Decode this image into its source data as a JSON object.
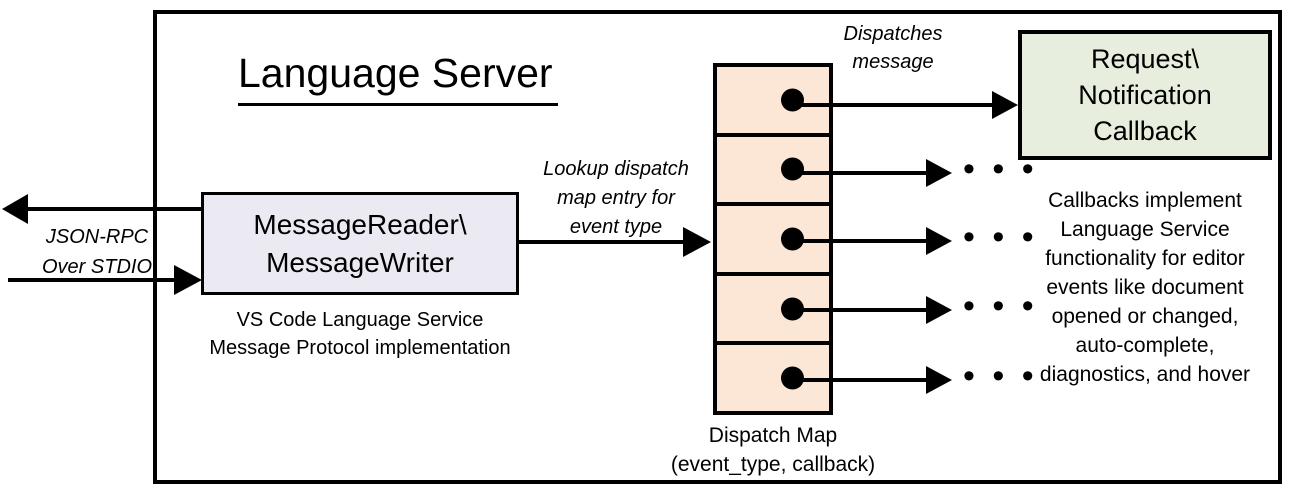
{
  "diagram": {
    "title": "Language Server",
    "message_box": {
      "line1": "MessageReader\\",
      "line2": "MessageWriter",
      "caption_line1": "VS Code Language Service",
      "caption_line2": "Message Protocol implementation"
    },
    "transport": {
      "label_line1": "JSON-RPC",
      "label_line2": "Over STDIO"
    },
    "lookup_label": {
      "line1": "Lookup dispatch",
      "line2": "map entry for",
      "line3": "event type"
    },
    "dispatch_map": {
      "caption_line1": "Dispatch Map",
      "caption_line2": "(event_type, callback)",
      "rows": [
        {
          "id": "row-1",
          "has_dot": true,
          "target": "callback-box"
        },
        {
          "id": "row-2",
          "has_dot": true,
          "target": "ellipsis"
        },
        {
          "id": "row-3",
          "has_dot": true,
          "target": "ellipsis"
        },
        {
          "id": "row-4",
          "has_dot": true,
          "target": "ellipsis"
        },
        {
          "id": "row-5",
          "has_dot": true,
          "target": "ellipsis"
        }
      ]
    },
    "dispatches_label": {
      "line1": "Dispatches",
      "line2": "message"
    },
    "callback_box": {
      "line1": "Request\\",
      "line2": "Notification",
      "line3": "Callback",
      "caption_line1": "Callbacks implement",
      "caption_line2": "Language Service",
      "caption_line3": "functionality for editor",
      "caption_line4": "events like document",
      "caption_line5": "opened or changed,",
      "caption_line6": "auto-complete,",
      "caption_line7": "diagnostics, and hover"
    },
    "ellipsis_glyph": "• • •",
    "colors": {
      "background": "#ffffff",
      "stroke": "#000000",
      "message_box_fill": "#ebe9f2",
      "dispatch_map_fill": "#fce7d7",
      "callback_box_fill": "#e8eedd"
    }
  }
}
